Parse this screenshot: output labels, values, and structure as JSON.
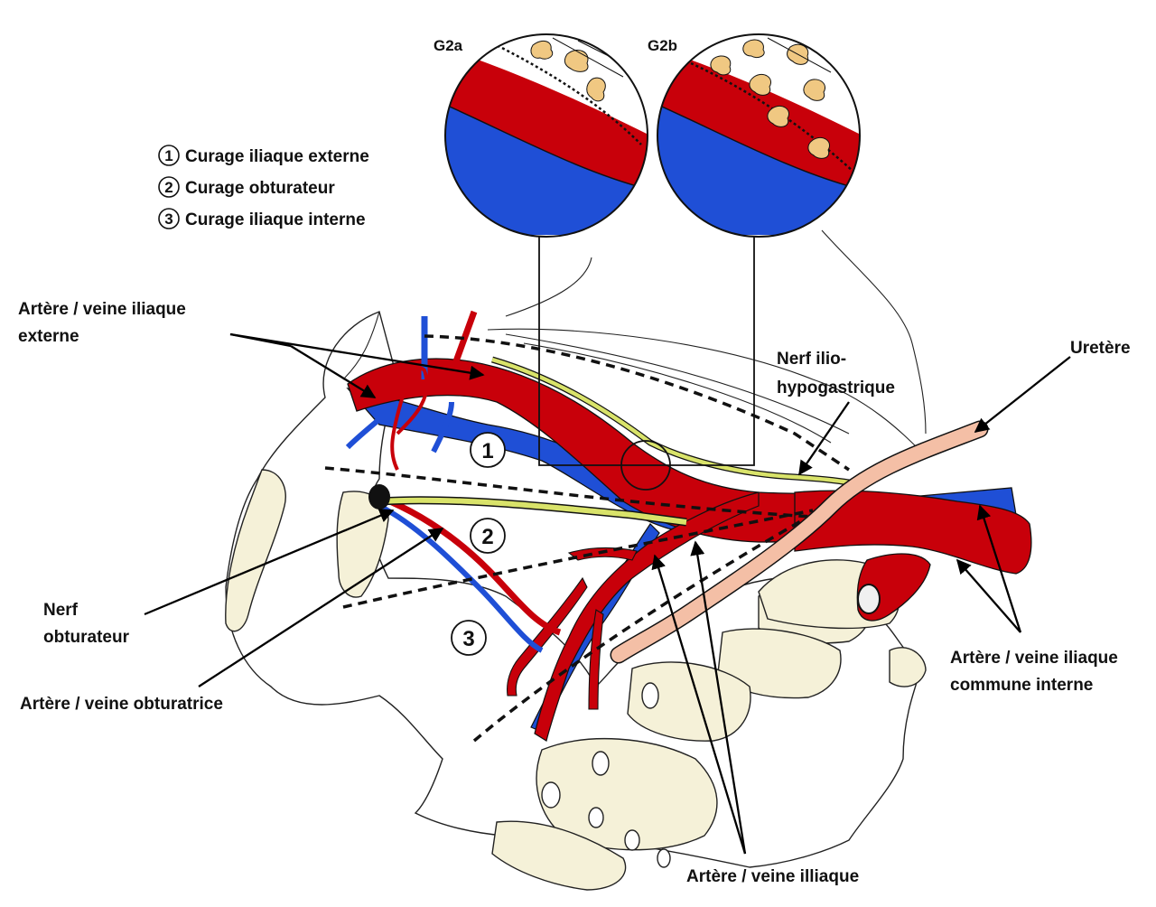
{
  "legend": [
    {
      "num": "1",
      "text": "Curage iliaque externe"
    },
    {
      "num": "2",
      "text": "Curage obturateur"
    },
    {
      "num": "3",
      "text": "Curage iliaque interne"
    }
  ],
  "zones": [
    "1",
    "2",
    "3"
  ],
  "insets": {
    "left_title": "G2a",
    "right_title": "G2b"
  },
  "labels": {
    "external_iliac_line1": "Artère / veine iliaque",
    "external_iliac_line2": "externe",
    "obturator_nerve_line1": "Nerf",
    "obturator_nerve_line2": "obturateur",
    "obturator_vessels": "Artère / veine obturatrice",
    "iliac_vessels": "Artère / veine illiaque",
    "iliohypogastric_line1": "Nerf ilio-",
    "iliohypogastric_line2": "hypogastrique",
    "ureter": "Uretère",
    "common_iliac_line1": "Artère / veine iliaque",
    "common_iliac_line2": "commune interne"
  },
  "colors": {
    "artery": "#c8000a",
    "vein": "#1f4fd6",
    "nerve": "#d9e36a",
    "ureter": "#f4bfa6",
    "bone": "#f5f1d8",
    "lymph_node": "#f0c882"
  }
}
